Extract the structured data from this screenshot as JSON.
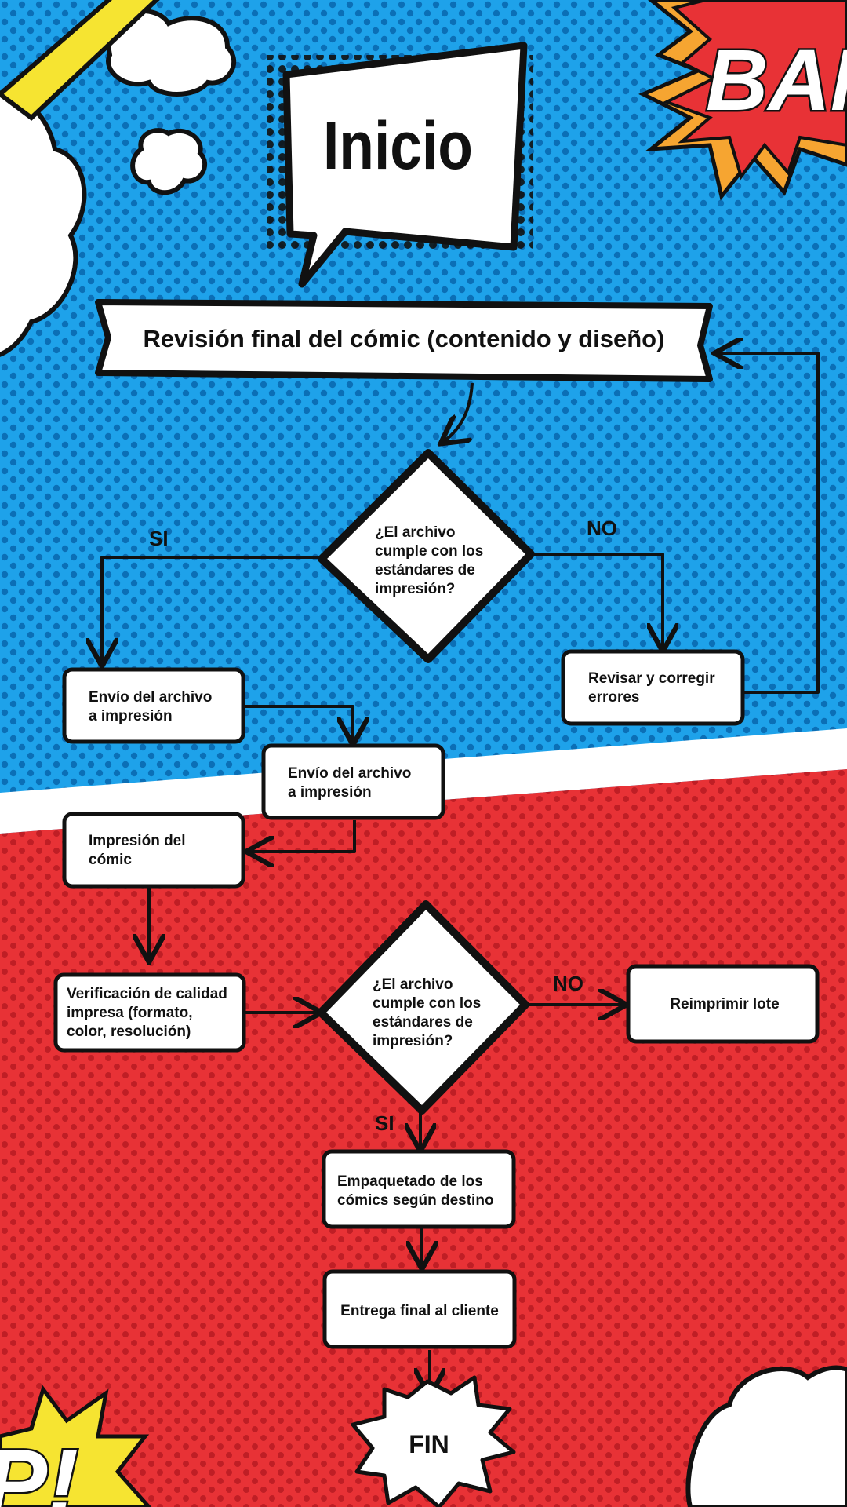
{
  "colors": {
    "blue": "#1ea2ea",
    "blue_dot": "#0b6fb6",
    "red": "#e83236",
    "red_dot": "#bf1e25",
    "yellow": "#f6e431",
    "outline": "#111111",
    "box": "#ffffff"
  },
  "nodes": {
    "inicio": "Inicio",
    "revision": "Revisión final del cómic (contenido y diseño)",
    "decision1": [
      "¿El archivo",
      "cumple con los",
      "estándares de",
      "impresión?"
    ],
    "envio1": [
      "Envío del archivo",
      "a impresión"
    ],
    "revisar": [
      "Revisar y corregir",
      "errores"
    ],
    "envio2": [
      "Envío del archivo",
      "a impresión"
    ],
    "impresion": [
      "Impresión del",
      "cómic"
    ],
    "verificacion": [
      "Verificación de calidad",
      "impresa (formato,",
      "color, resolución)"
    ],
    "decision2": [
      "¿El archivo",
      "cumple con los",
      "estándares de",
      "impresión?"
    ],
    "reimprimir": "Reimprimir lote",
    "empaquetado": [
      "Empaquetado de los",
      "cómics según destino"
    ],
    "entrega": "Entrega final al cliente",
    "fin": "FIN"
  },
  "edge_labels": {
    "d1_yes": "SI",
    "d1_no": "NO",
    "d2_no": "NO",
    "d2_yes": "SI"
  },
  "decorations": {
    "bam": "BAM",
    "corner_letters": "P!"
  },
  "icons": [
    "cloud-icon",
    "speech-bubble-icon",
    "explosion-burst-icon"
  ]
}
